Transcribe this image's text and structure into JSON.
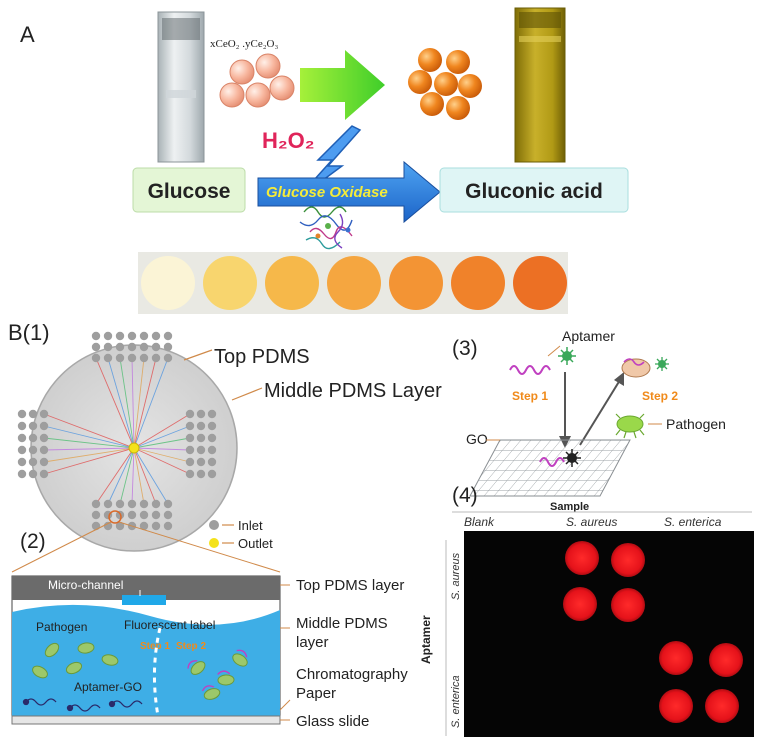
{
  "panel_a": {
    "label": "A",
    "formula": "xCeO₂ .yCe₂O₃",
    "reagent": "H₂O₂",
    "reactant": "Glucose",
    "enzyme": "Glucose Oxidase",
    "product": "Gluconic acid",
    "swatch_colors": [
      "#fbf4d6",
      "#f8d56e",
      "#f6b84a",
      "#f5a640",
      "#f39434",
      "#f0822a",
      "#ec7024"
    ],
    "vial_colors": {
      "before": "#e2e6e8",
      "after": "#b09a14"
    },
    "particle_colors": {
      "before": "#f7b9a0",
      "after": "#ef8a22"
    }
  },
  "panel_b1": {
    "label": "B(1)",
    "callout_top": "Top PDMS",
    "callout_middle": "Middle PDMS Layer",
    "legend": {
      "inlet": "Inlet",
      "outlet": "Outlet"
    }
  },
  "panel_b2": {
    "label": "(2)",
    "micro_channel": "Micro-channel",
    "pathogen": "Pathogen",
    "fluorescent_label": "Fluorescent label",
    "step1": "Step 1",
    "step2": "Step 2",
    "aptamer_go": "Aptamer-GO",
    "layers": {
      "top": "Top PDMS layer",
      "middle_line1": "Middle PDMS",
      "middle_line2": "layer",
      "paper_line1": "Chromatography",
      "paper_line2": "Paper",
      "glass": "Glass slide"
    }
  },
  "panel_b3": {
    "label": "(3)",
    "aptamer": "Aptamer",
    "step1": "Step 1",
    "step2": "Step 2",
    "pathogen": "Pathogen",
    "go": "GO",
    "sample": "Sample"
  },
  "panel_b4": {
    "label": "(4)",
    "col_blank": "Blank",
    "col_aureus": "S. aureus",
    "col_enterica": "S. enterica",
    "row_axis": "Aptamer",
    "row_aureus": "S. aureus",
    "row_enterica": "S. enterica",
    "spot_color": "#e8121a"
  }
}
